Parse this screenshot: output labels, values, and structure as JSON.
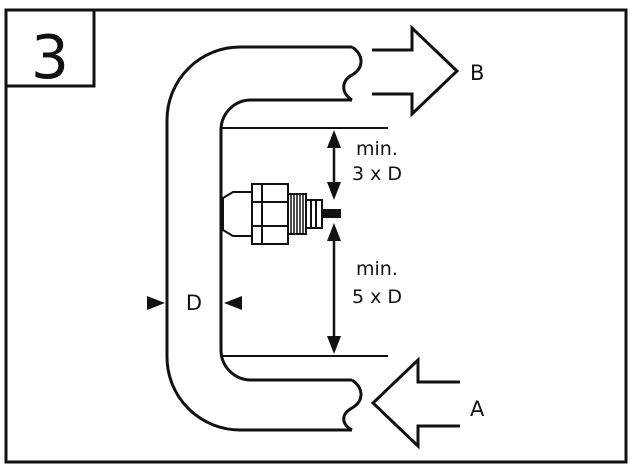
{
  "figure": {
    "step_number": "3",
    "outlet_label": "B",
    "inlet_label": "A",
    "diameter_label": "D",
    "upstream_distance": {
      "line1": "min.",
      "line2": "3 x D"
    },
    "downstream_distance": {
      "line1": "min.",
      "line2": "5 x D"
    }
  },
  "colors": {
    "ink": "#111111",
    "background": "#ffffff"
  }
}
